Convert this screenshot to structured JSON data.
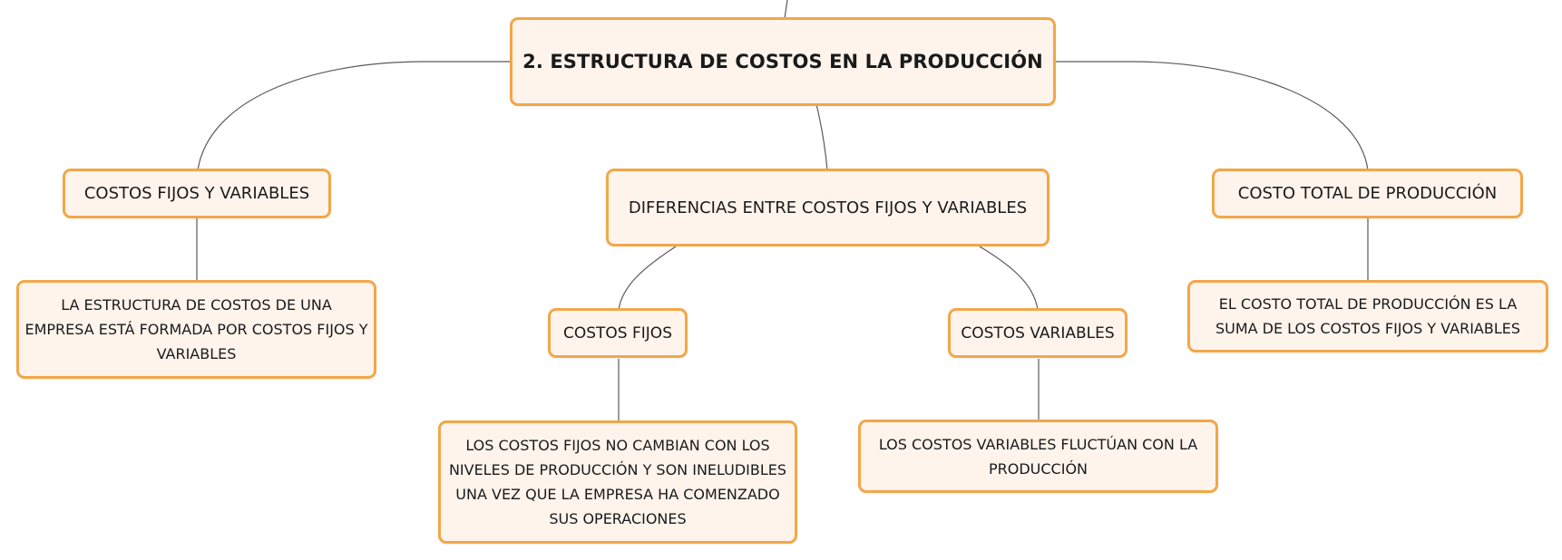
{
  "diagram": {
    "root": "2. ESTRUCTURA DE COSTOS EN LA PRODUCCIÓN",
    "branch_left": {
      "title": "COSTOS FIJOS Y VARIABLES",
      "detail": "LA ESTRUCTURA DE COSTOS DE UNA EMPRESA ESTÁ FORMADA POR COSTOS FIJOS Y VARIABLES"
    },
    "branch_center": {
      "title": "DIFERENCIAS ENTRE COSTOS FIJOS Y VARIABLES",
      "fixed": {
        "title": "COSTOS FIJOS",
        "detail": "LOS COSTOS FIJOS NO CAMBIAN CON LOS NIVELES DE PRODUCCIÓN Y SON INELUDIBLES UNA VEZ QUE LA EMPRESA HA COMENZADO SUS OPERACIONES"
      },
      "variable": {
        "title": "COSTOS VARIABLES",
        "detail": "LOS COSTOS VARIABLES FLUCTÚAN CON LA PRODUCCIÓN"
      }
    },
    "branch_right": {
      "title": "COSTO TOTAL DE PRODUCCIÓN",
      "detail": "EL COSTO TOTAL DE PRODUCCIÓN ES LA SUMA DE LOS COSTOS FIJOS Y VARIABLES"
    }
  },
  "colors": {
    "node_border": "#f2a748",
    "node_fill": "#fef4ec",
    "connector": "#5a5a5a"
  }
}
